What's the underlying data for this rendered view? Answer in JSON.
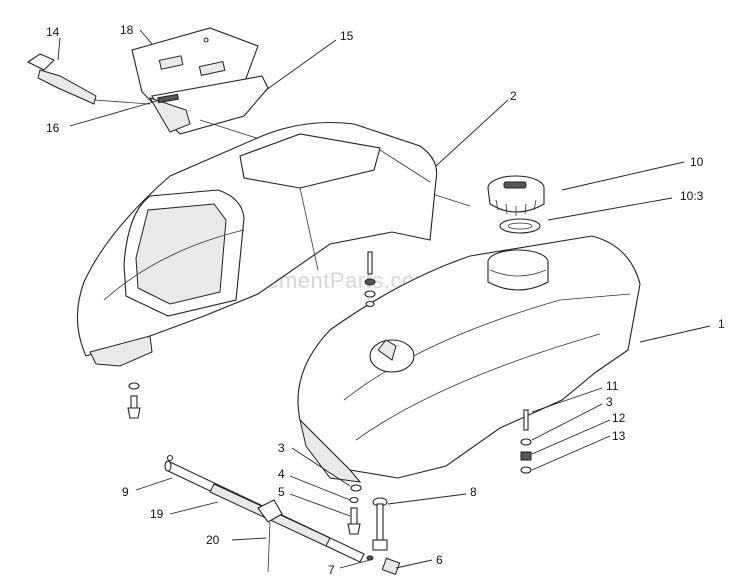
{
  "watermark": "eReplacementParts.com",
  "callouts": [
    {
      "id": "c14",
      "text": "14"
    },
    {
      "id": "c18",
      "text": "18"
    },
    {
      "id": "c15",
      "text": "15"
    },
    {
      "id": "c16",
      "text": "16"
    },
    {
      "id": "c2",
      "text": "2"
    },
    {
      "id": "c10",
      "text": "10"
    },
    {
      "id": "c10_3",
      "text": "10:3"
    },
    {
      "id": "c1",
      "text": "1"
    },
    {
      "id": "c11",
      "text": "11"
    },
    {
      "id": "c3r",
      "text": "3"
    },
    {
      "id": "c12",
      "text": "12"
    },
    {
      "id": "c13",
      "text": "13"
    },
    {
      "id": "c3l",
      "text": "3"
    },
    {
      "id": "c4",
      "text": "4"
    },
    {
      "id": "c5",
      "text": "5"
    },
    {
      "id": "c8",
      "text": "8"
    },
    {
      "id": "c9",
      "text": "9"
    },
    {
      "id": "c19",
      "text": "19"
    },
    {
      "id": "c20",
      "text": "20"
    },
    {
      "id": "c7",
      "text": "7"
    },
    {
      "id": "c6",
      "text": "6"
    }
  ]
}
